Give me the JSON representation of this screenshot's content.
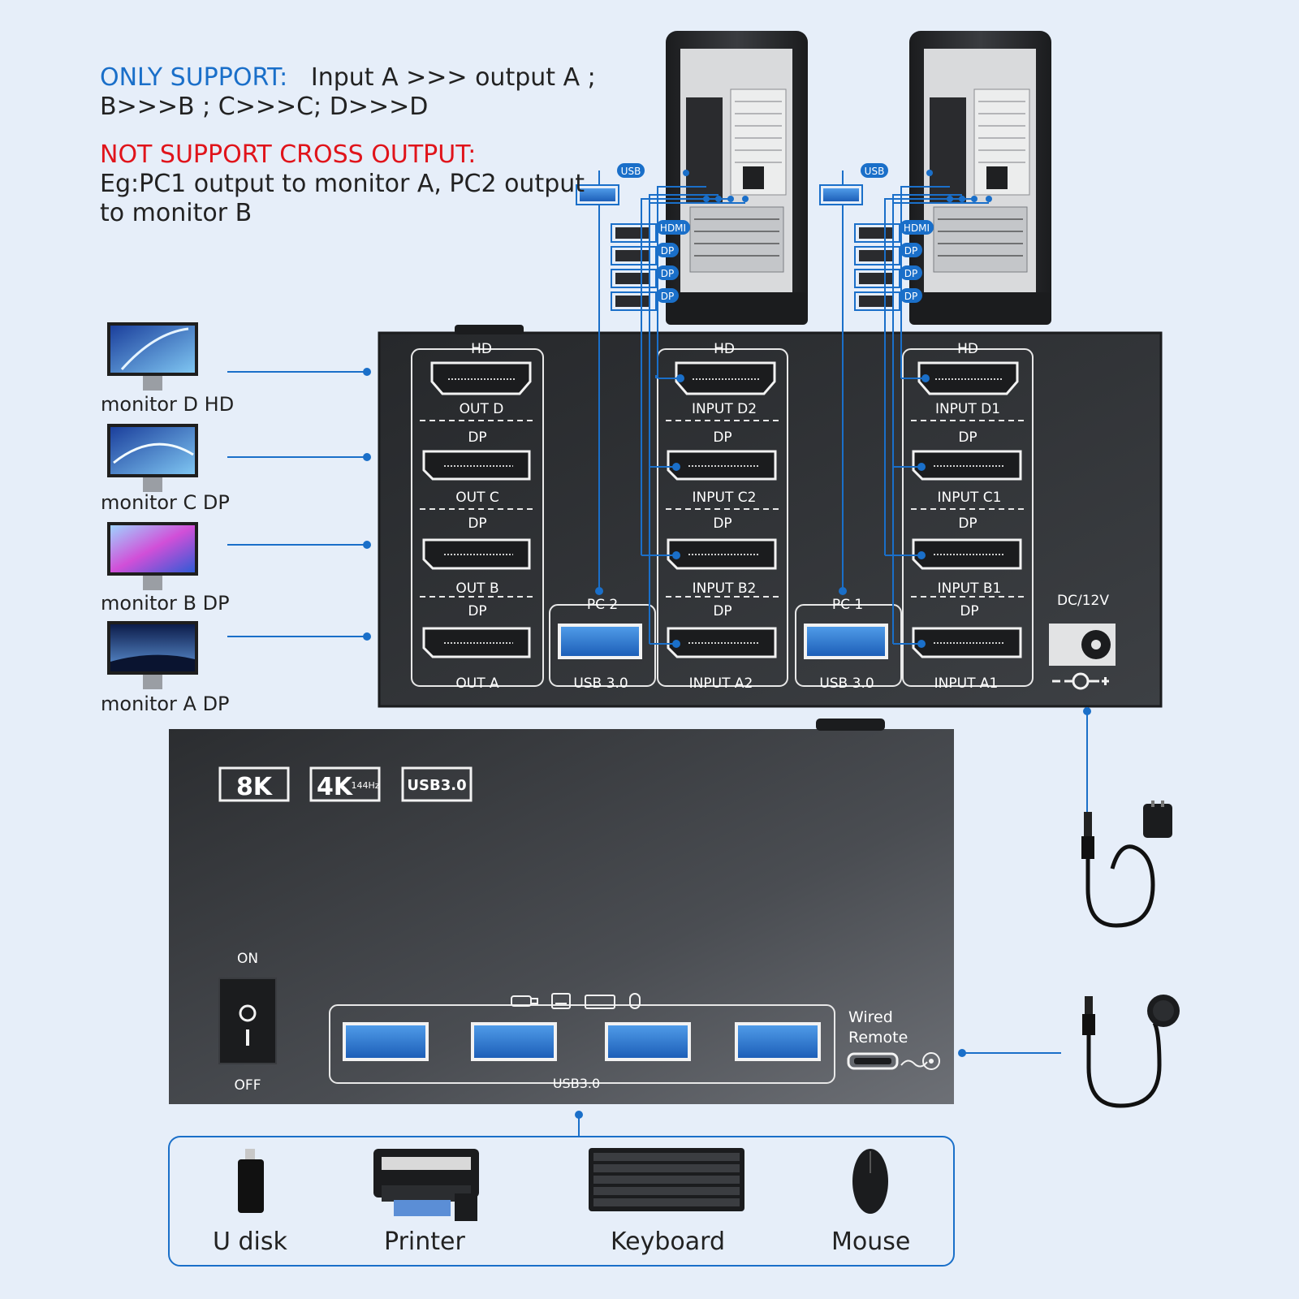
{
  "notes": {
    "only_support_label": "ONLY SUPPORT:",
    "only_support_line1": "Input A >>> output A ;",
    "only_support_line2": "B>>>B ;   C>>>C;   D>>>D",
    "not_support_label": "NOT SUPPORT CROSS OUTPUT:",
    "not_support_line1": "Eg:PC1 output to monitor A, PC2 output",
    "not_support_line2": "to monitor B"
  },
  "monitors": [
    {
      "label": "monitor D HD"
    },
    {
      "label": "monitor C DP"
    },
    {
      "label": "monitor B DP"
    },
    {
      "label": "monitor A DP"
    }
  ],
  "pc_ports": {
    "usb": "USB",
    "hdmi": "HDMI",
    "dp": "DP"
  },
  "rear_panel": {
    "hd": "HD",
    "dp": "DP",
    "out_d": "OUT D",
    "out_c": "OUT C",
    "out_b": "OUT B",
    "out_a": "OUT A",
    "pc2": "PC 2",
    "pc1": "PC 1",
    "usb30": "USB 3.0",
    "input_d2": "INPUT D2",
    "input_c2": "INPUT C2",
    "input_b2": "INPUT B2",
    "input_a2": "INPUT A2",
    "input_d1": "INPUT D1",
    "input_c1": "INPUT C1",
    "input_b1": "INPUT B1",
    "input_a1": "INPUT A1",
    "dc": "DC/12V"
  },
  "front_panel": {
    "badge_8k": "8K",
    "badge_4k": "4K",
    "badge_144": "144Hz",
    "badge_usb": "USB3.0",
    "on": "ON",
    "off": "OFF",
    "usb_label": "USB3.0",
    "wired": "Wired",
    "remote": "Remote"
  },
  "peripherals": [
    {
      "label": "U disk"
    },
    {
      "label": "Printer"
    },
    {
      "label": "Keyboard"
    },
    {
      "label": "Mouse"
    }
  ],
  "colors": {
    "background": "#e6eef9",
    "accent_blue": "#1a6fc9",
    "warning_red": "#e0141b",
    "panel_dark": "#2f3236",
    "port_blue": "#2e7fd6"
  }
}
